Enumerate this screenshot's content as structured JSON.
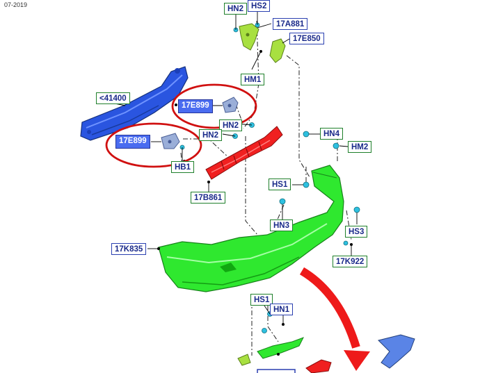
{
  "header": {
    "date": "07-2019"
  },
  "colors": {
    "reinforcement": "#2a55e0",
    "bumper_cover": "#2fe82f",
    "absorber": "#f02020",
    "bracket": "#a8e040",
    "highlight_ring": "#d01010",
    "arrow": "#ee1a1a"
  },
  "labels": {
    "hn2_top": "HN2",
    "hs2": "HS2",
    "p17a881": "17A881",
    "p17e850": "17E850",
    "hm1": "HM1",
    "p41400": "<41400",
    "p17e899_a": "17E899",
    "hn2_mid": "HN2",
    "hn2_low": "HN2",
    "p17e899_b": "17E899",
    "hb1": "HB1",
    "p17b861": "17B861",
    "hn4": "HN4",
    "hm2": "HM2",
    "hs1_right": "HS1",
    "hn3": "HN3",
    "hs3": "HS3",
    "p17k835": "17K835",
    "p17k922": "17K922",
    "hs1_bottom": "HS1",
    "hn1": "HN1"
  }
}
